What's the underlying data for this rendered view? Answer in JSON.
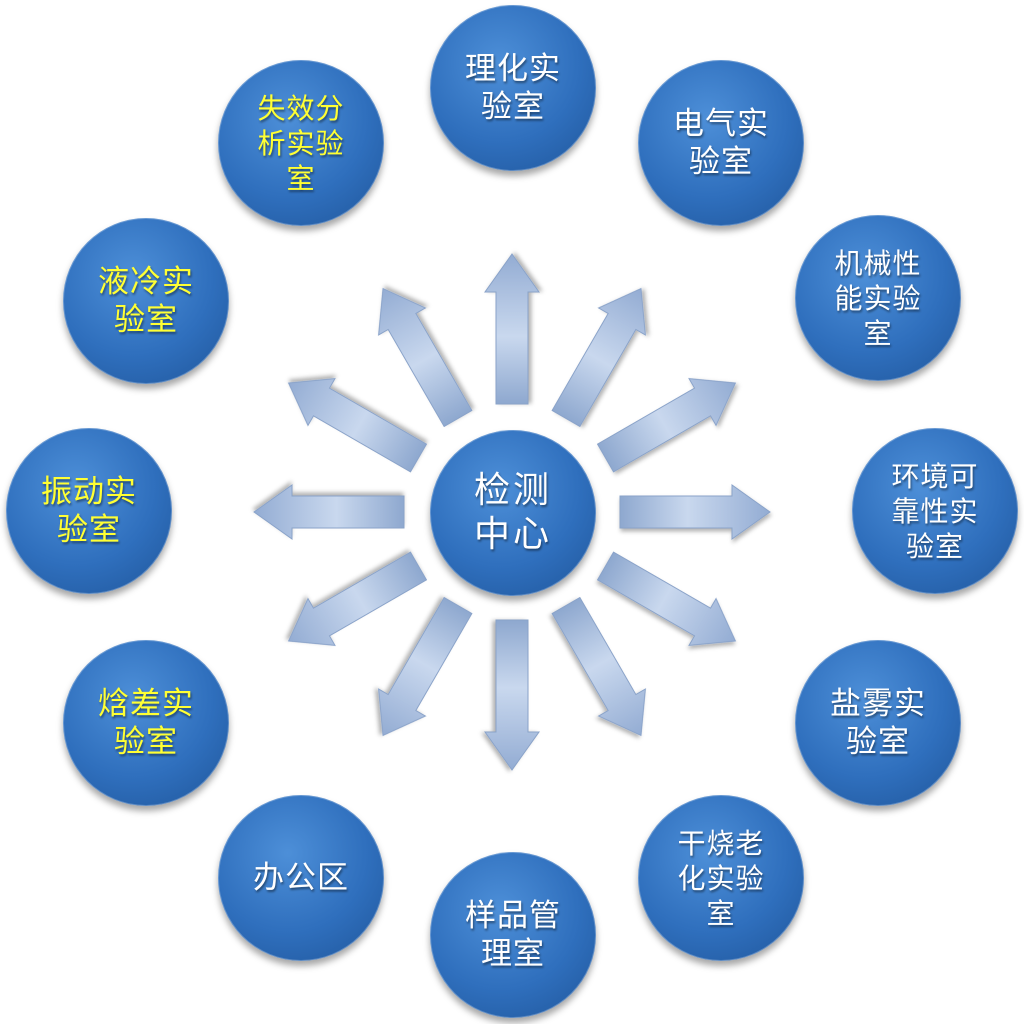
{
  "center": {
    "lines": [
      "检测",
      "中心"
    ]
  },
  "nodes": [
    {
      "id": "lihua",
      "lines": [
        "理化实",
        "验室"
      ],
      "yellow": false
    },
    {
      "id": "dianqi",
      "lines": [
        "电气实",
        "验室"
      ],
      "yellow": false
    },
    {
      "id": "jixie",
      "lines": [
        "机械性",
        "能实验",
        "室"
      ],
      "yellow": false
    },
    {
      "id": "huanjing",
      "lines": [
        "环境可",
        "靠性实",
        "验室"
      ],
      "yellow": false
    },
    {
      "id": "yanwu",
      "lines": [
        "盐雾实",
        "验室"
      ],
      "yellow": false
    },
    {
      "id": "ganshao",
      "lines": [
        "干烧老",
        "化实验",
        "室"
      ],
      "yellow": false
    },
    {
      "id": "yangpin",
      "lines": [
        "样品管",
        "理室"
      ],
      "yellow": false
    },
    {
      "id": "bangong",
      "lines": [
        "办公区"
      ],
      "yellow": false
    },
    {
      "id": "laocha",
      "lines": [
        "焓差实",
        "验室"
      ],
      "yellow": true
    },
    {
      "id": "zhendong",
      "lines": [
        "振动实",
        "验室"
      ],
      "yellow": true
    },
    {
      "id": "yeleng",
      "lines": [
        "液冷实",
        "验室"
      ],
      "yellow": true
    },
    {
      "id": "shixiao",
      "lines": [
        "失效分",
        "析实验",
        "室"
      ],
      "yellow": true
    }
  ],
  "colors": {
    "node_fill": "#2f6fbd",
    "node_text": "#ffffff",
    "highlight_text": "#ffff33",
    "arrow_fill": "#a9bfdf"
  }
}
